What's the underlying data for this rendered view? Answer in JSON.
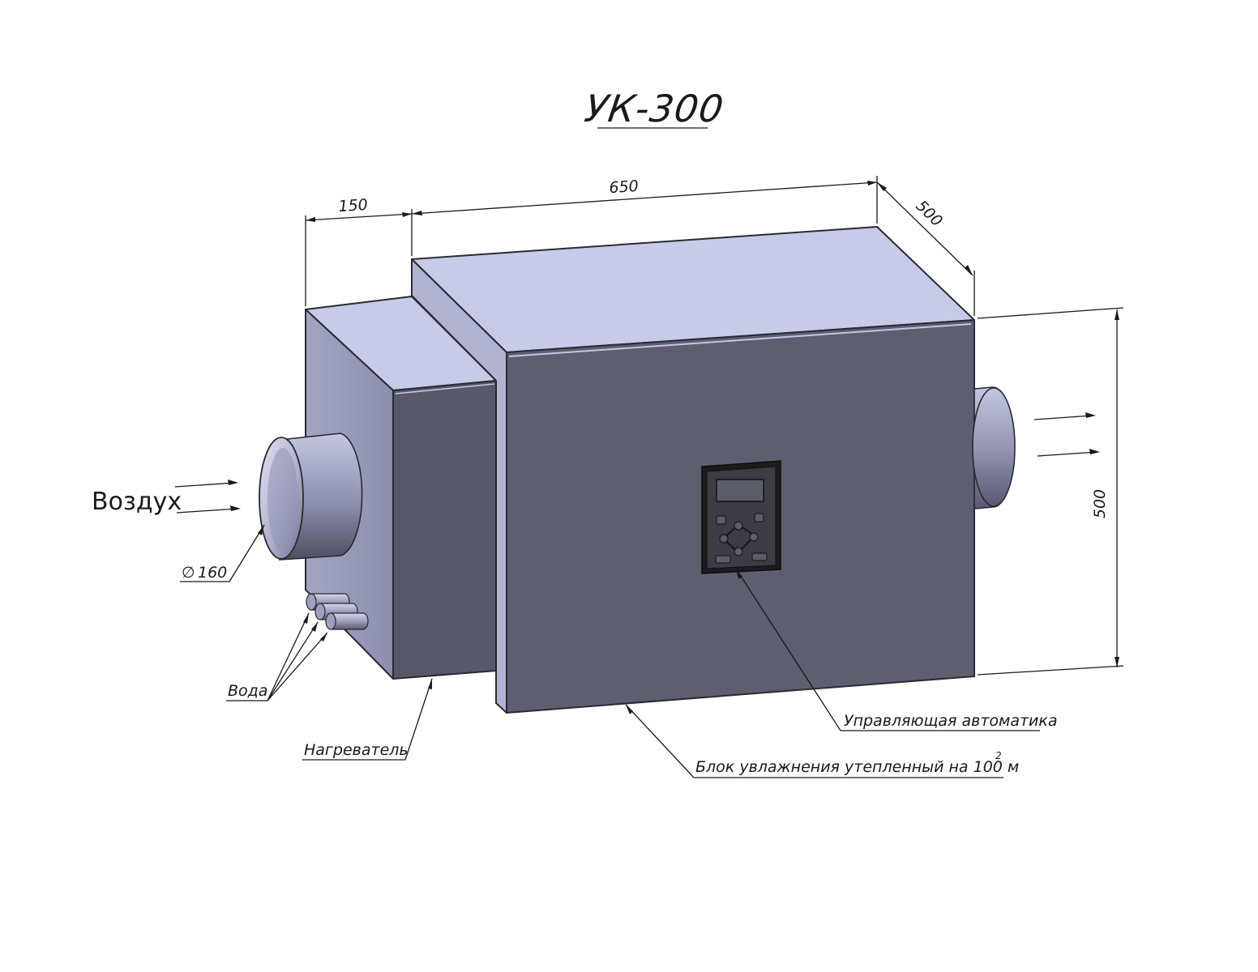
{
  "title": "УК-300",
  "dimensions": {
    "heater_length": "150",
    "body_length": "650",
    "depth": "500",
    "height": "500",
    "duct_diameter": "160",
    "diameter_symbol": "∅"
  },
  "callouts": {
    "air": "Воздух",
    "water": "Вода",
    "heater": "Нагреватель",
    "control": "Управляющая автоматика",
    "humidifier": "Блок увлажнения утепленный на 100 м",
    "humidifier_sup": "2"
  },
  "colors": {
    "top_face": "#c6cbe8",
    "front_face": "#5d5e70",
    "side_face": "#9ea1bd",
    "heater_front": "#575869",
    "duct_light": "#b8bbd6",
    "panel": "#1c1c1f"
  },
  "icons": [
    "arrow-right",
    "control-panel-display",
    "control-panel-button"
  ]
}
